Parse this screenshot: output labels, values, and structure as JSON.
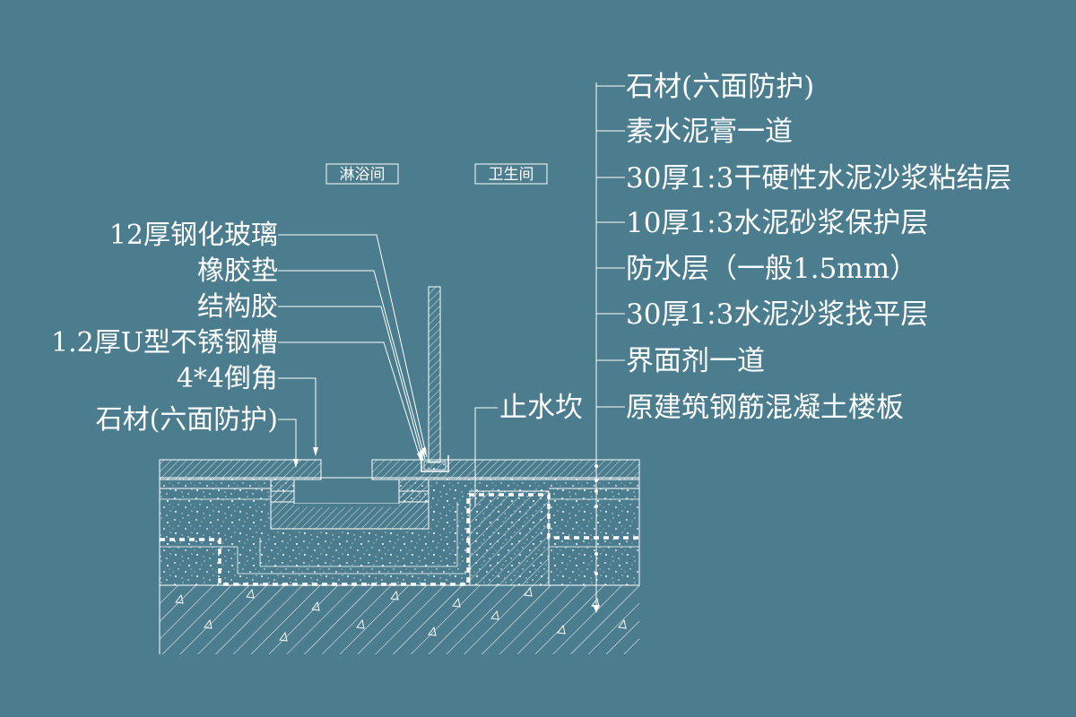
{
  "colors": {
    "background": "#4b7d8e",
    "line": "#ffffff",
    "waterproof_dashed": "#ffffff"
  },
  "rooms": {
    "shower": "淋浴间",
    "bathroom": "卫生间"
  },
  "left_labels": [
    "12厚钢化玻璃",
    "橡胶垫",
    "结构胶",
    "1.2厚U型不锈钢槽",
    "4*4倒角",
    "石材(六面防护)"
  ],
  "curb_label": "止水坎",
  "right_labels": [
    "石材(六面防护)",
    "素水泥膏一道",
    "30厚1:3干硬性水泥沙浆粘结层",
    "10厚1:3水泥砂浆保护层",
    "防水层（一般1.5mm）",
    "30厚1:3水泥沙浆找平层",
    "界面剂一道",
    "原建筑钢筋混凝土楼板"
  ]
}
